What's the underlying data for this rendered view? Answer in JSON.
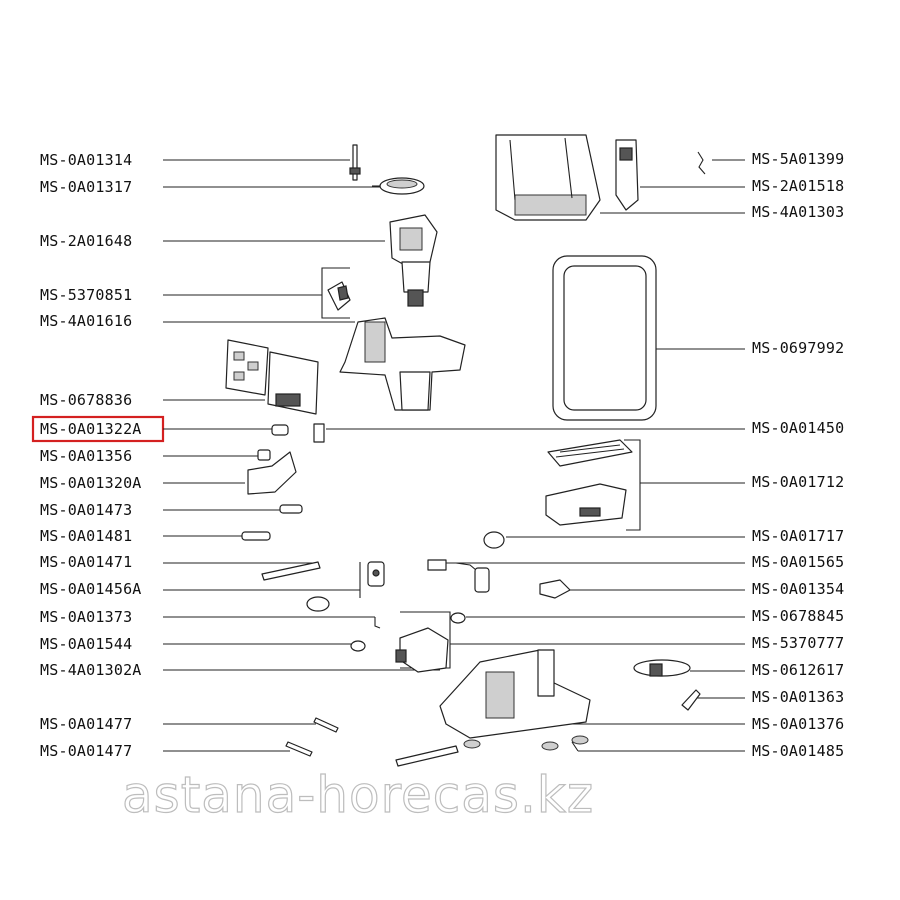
{
  "labels_left": [
    "MS-0A01314",
    "MS-0A01317",
    "MS-2A01648",
    "MS-5370851",
    "MS-4A01616",
    "MS-0678836",
    "MS-0A01322A",
    "MS-0A01356",
    "MS-0A01320A",
    "MS-0A01473",
    "MS-0A01481",
    "MS-0A01471",
    "MS-0A01456A",
    "MS-0A01373",
    "MS-0A01544",
    "MS-4A01302A",
    "MS-0A01477",
    "MS-0A01477"
  ],
  "labels_right": [
    "MS-5A01399",
    "MS-2A01518",
    "MS-4A01303",
    "MS-0697992",
    "MS-0A01450",
    "MS-0A01712",
    "MS-0A01717",
    "MS-0A01565",
    "MS-0A01354",
    "MS-0678845",
    "MS-5370777",
    "MS-0612617",
    "MS-0A01363",
    "MS-0A01376",
    "MS-0A01485"
  ],
  "highlighted_label": "MS-0A01322A",
  "highlight_color": "#d42020",
  "watermark": "astana-horecas.kz"
}
